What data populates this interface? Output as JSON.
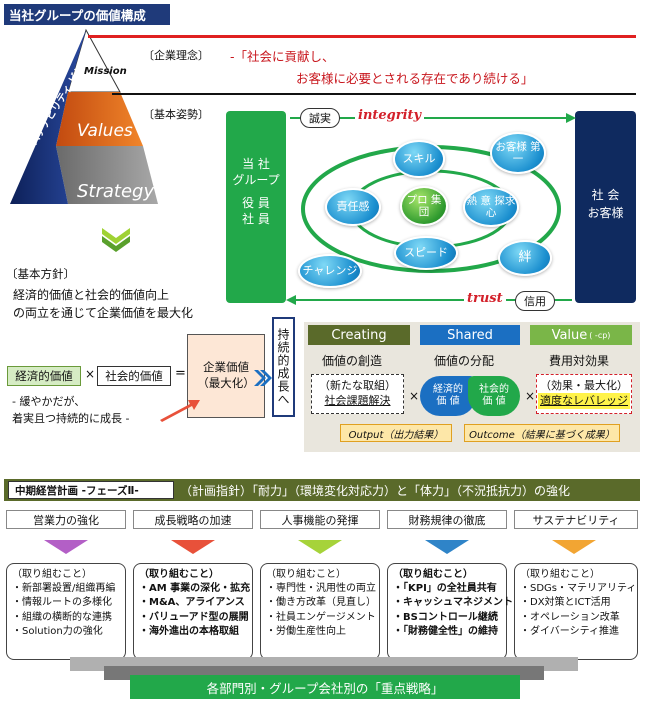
{
  "header": {
    "title": "当社グループの価値構成"
  },
  "pyramid": {
    "mission": "Mission",
    "values": "Values",
    "strategy": "Strategy",
    "side_label": "サステナビリティ ビジョン"
  },
  "mission": {
    "label": "〔企業理念〕",
    "line1": "-「社会に貢献し、",
    "line2": "お客様に必要とされる存在であり続ける」"
  },
  "stance": {
    "label": "〔基本姿勢〕",
    "left_box": {
      "l1": "当 社",
      "l2": "グループ",
      "l3": "役 員",
      "l4": "社 員"
    },
    "right_box": {
      "l1": "社 会",
      "l2": "お客様"
    },
    "top_oval": "誠実",
    "top_word": "integrity",
    "bottom_oval": "信用",
    "bottom_word": "trust",
    "circles": {
      "skill": "スキル",
      "customer_first": "お客様 第 一",
      "responsibility": "責任感",
      "pro": "プロ 集団",
      "passion": "熱 意 探求心",
      "speed": "スピード",
      "challenge": "チャレンジ",
      "bond": "絆"
    }
  },
  "policy": {
    "label": "〔基本方針〕",
    "line1": "経済的価値と社会的価値向上",
    "line2": "の両立を通じて企業価値を最大化"
  },
  "equation": {
    "economic": "経済的価値",
    "times": "×",
    "social": "社会的価値",
    "equals": "=",
    "corp_value": "企業価値（最大化）",
    "note1": "- 緩やかだが、",
    "note2": "着実且つ持続的に成長 -",
    "growth": "持続的成長へ"
  },
  "csv": {
    "creating": "Creating",
    "shared": "Shared",
    "value": "Value",
    "value_suffix": "( -cp)",
    "creation": "価値の創造",
    "distribution": "価値の分配",
    "cost": "費用対効果",
    "new_initiatives": "（新たな取組）",
    "social_issue": "社会課題解決",
    "econ": "経済的 価 値",
    "soc": "社会的 価 値",
    "effect": "（効果・最大化）",
    "leverage": "適度なレバレッジ",
    "times": "×",
    "output": "Output（出力結果）",
    "outcome": "Outcome（結果に基づく成果）"
  },
  "plan": {
    "tag": "中期経営計画 -フェーズⅡ-",
    "title": "（計画指針）「耐力」（環境変化対応力）と「体力」（不況抵抗力）の強化",
    "phases": [
      {
        "title": "営業力の強化",
        "color": "#b35fc6",
        "heading": "（取り組むこと）",
        "items": [
          "・新部署設置/組織再編",
          "・情報ルートの多様化",
          "・組織の横断的な連携",
          "・Solution力の強化"
        ]
      },
      {
        "title": "成長戦略の加速",
        "color": "#e8513a",
        "heading": "（取り組むこと）",
        "items": [
          "・AM 事業の深化・拡充",
          "・M&A、アライアンス",
          "・バリューアド型の展開",
          "・海外進出の本格取組"
        ]
      },
      {
        "title": "人事機能の発揮",
        "color": "#a6d33a",
        "heading": "（取り組むこと）",
        "items": [
          "・専門性・汎用性の両立",
          "・働き方改革（見直し）",
          "・社員エンゲージメント",
          "・労働生産性向上"
        ]
      },
      {
        "title": "財務規律の徹底",
        "color": "#2f84c8",
        "heading": "（取り組むこと）",
        "items": [
          "・「KPI」の全社員共有",
          "・キャッシュマネジメント",
          "・BSコントロール継続",
          "・「財務健全性」の維持"
        ]
      },
      {
        "title": "サステナビリティ",
        "color": "#f2a533",
        "heading": "（取り組むこと）",
        "items": [
          "・SDGs・マテリアリティ",
          "・DX対策とICT活用",
          "・オペレーション改革",
          "・ダイバーシティ推進"
        ]
      }
    ],
    "footer": "各部門別・グループ会社別の「重点戦略」"
  },
  "colors": {
    "navy": "#1f3a7a",
    "green": "#22a84a",
    "olive": "#5a6a2a",
    "blue": "#1b6fc2",
    "lime": "#7ab648"
  }
}
